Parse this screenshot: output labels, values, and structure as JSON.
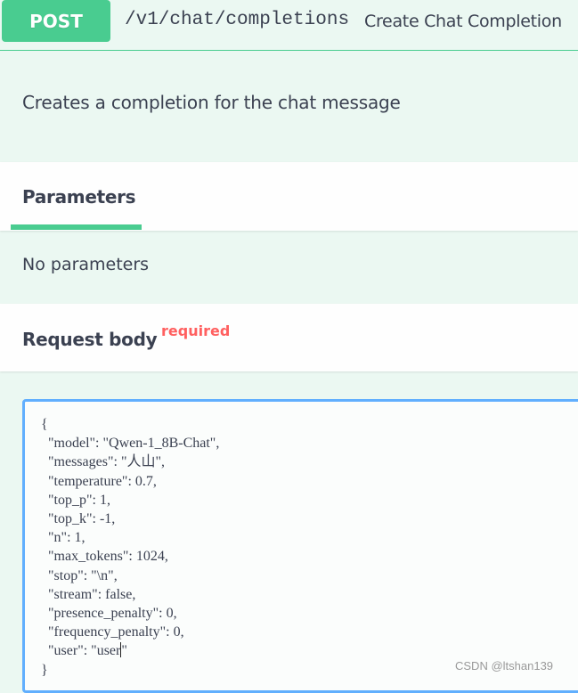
{
  "operation": {
    "method": "POST",
    "path": "/v1/chat/completions",
    "summary": "Create Chat Completion",
    "description": "Creates a completion for the chat message",
    "method_color": "#49cc90"
  },
  "parameters": {
    "tab_label": "Parameters",
    "empty_text": "No parameters"
  },
  "request_body": {
    "title": "Request body",
    "required_label": "required",
    "lines": [
      "{",
      "  \"model\": \"Qwen-1_8B-Chat\",",
      "  \"messages\": \"人山\",",
      "  \"temperature\": 0.7,",
      "  \"top_p\": 1,",
      "  \"top_k\": -1,",
      "  \"n\": 1,",
      "  \"max_tokens\": 1024,",
      "  \"stop\": \"\\n\",",
      "  \"stream\": false,",
      "  \"presence_penalty\": 0,",
      "  \"frequency_penalty\": 0,",
      "  \"user\": \"user",
      "\"",
      "}"
    ],
    "border_color": "#61affe"
  },
  "watermark": "CSDN @ltshan139"
}
